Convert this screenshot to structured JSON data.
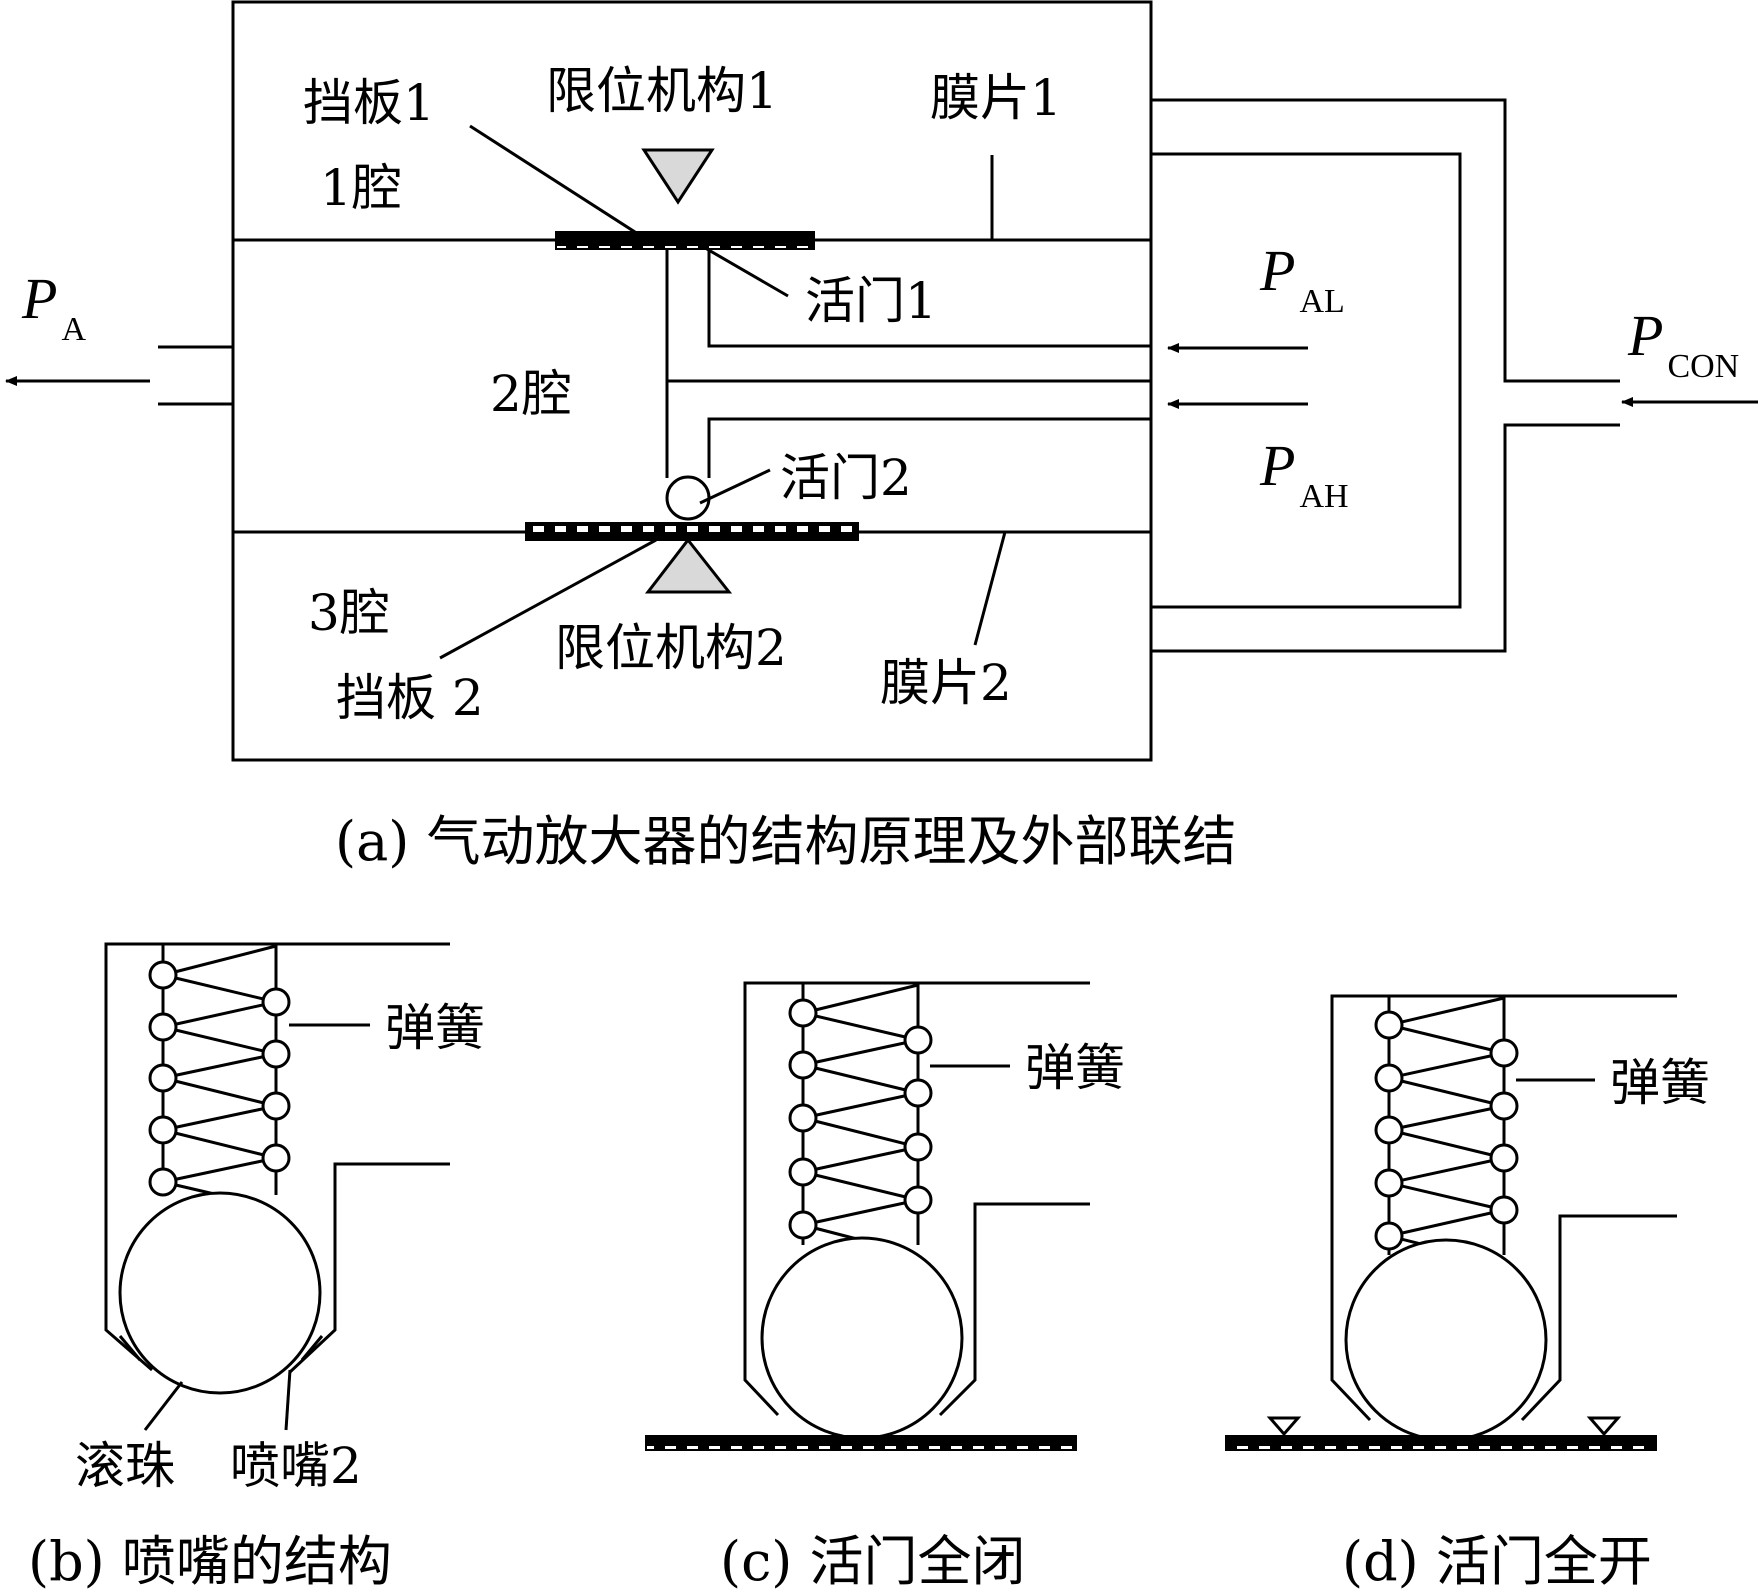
{
  "figure_a": {
    "caption": "(a) 气动放大器的结构原理及外部联结",
    "labels": {
      "baffle1": "挡板1",
      "limiter1": "限位机构1",
      "diaphragm1": "膜片1",
      "chamber1": "1腔",
      "valve1": "活门1",
      "chamber2": "2腔",
      "valve2": "活门2",
      "chamber3": "3腔",
      "limiter2": "限位机构2",
      "diaphragm2": "膜片2",
      "baffle2": "挡板 2"
    },
    "pressures": {
      "pa_symbol": "P",
      "pa_sub": "A",
      "pal_symbol": "P",
      "pal_sub": "AL",
      "pah_symbol": "P",
      "pah_sub": "AH",
      "pcon_symbol": "P",
      "pcon_sub": "CON"
    }
  },
  "figure_b": {
    "caption": "(b) 喷嘴的结构",
    "spring_label": "弹簧",
    "ball_label": "滚珠",
    "nozzle_label": "喷嘴2"
  },
  "figure_c": {
    "caption": "(c) 活门全闭",
    "spring_label": "弹簧"
  },
  "figure_d": {
    "caption": "(d) 活门全开",
    "spring_label": "弹簧"
  }
}
